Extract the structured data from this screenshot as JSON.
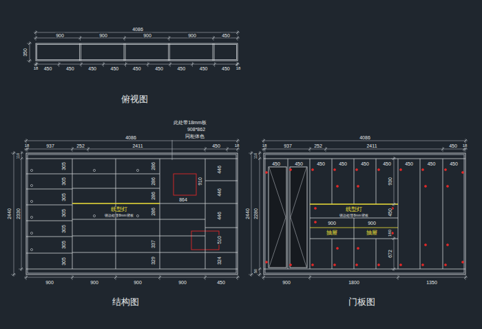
{
  "diagram": {
    "labels": [
      "4086",
      "900",
      "900",
      "900",
      "900",
      "450",
      "350",
      "18",
      "450",
      "450",
      "450",
      "450",
      "450",
      "450",
      "450",
      "450",
      "450",
      "18",
      "俯视图",
      "此处带18mm板",
      "908*862",
      "同柜体色",
      "4086",
      "18",
      "937",
      "252",
      "2411",
      "450",
      "18",
      "110",
      "2440",
      "2330",
      "305",
      "305",
      "305",
      "305",
      "305",
      "305",
      "305",
      "286",
      "286",
      "286",
      "286",
      "337",
      "329",
      "446",
      "446",
      "446",
      "510",
      "324",
      "910",
      "864",
      "线型灯",
      "镜边处理8mm背板",
      "900",
      "900",
      "900",
      "900",
      "450",
      "结构图",
      "4086",
      "18",
      "937",
      "252",
      "2411",
      "450",
      "18",
      "110",
      "2440",
      "2280",
      "50",
      "450",
      "450",
      "450",
      "450",
      "450",
      "450",
      "450",
      "450",
      "450",
      "930",
      "线型灯",
      "镜边处理8mm背板",
      "900",
      "900",
      "450",
      "抽屉",
      "抽屉",
      "180",
      "672",
      "900",
      "1800",
      "1350",
      "门板图"
    ]
  }
}
